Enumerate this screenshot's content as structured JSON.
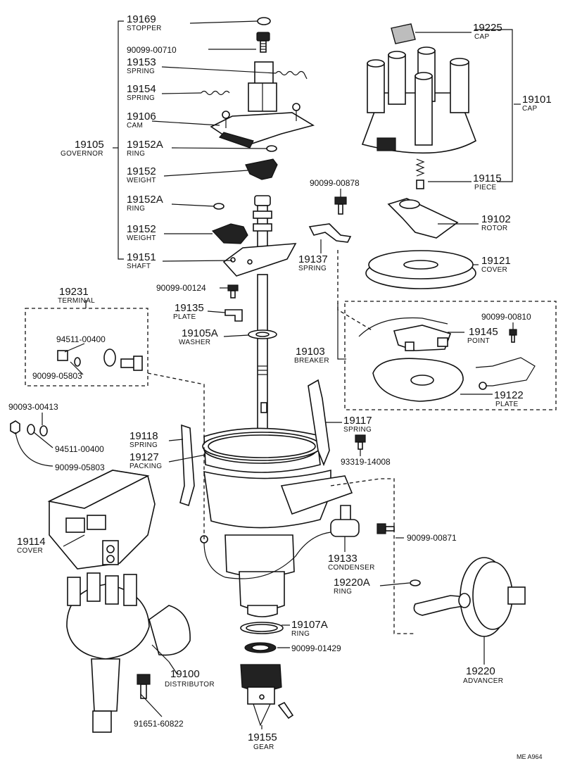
{
  "parts": {
    "stopper": {
      "number": "19169",
      "name": "STOPPER"
    },
    "bolt_00710": {
      "number": "90099-00710"
    },
    "spring_19153": {
      "number": "19153",
      "name": "SPRING"
    },
    "spring_19154": {
      "number": "19154",
      "name": "SPRING"
    },
    "cam": {
      "number": "19106",
      "name": "CAM"
    },
    "governor": {
      "number": "19105",
      "name": "GOVERNOR"
    },
    "ring_upper": {
      "number": "19152A",
      "name": "RING"
    },
    "weight_upper": {
      "number": "19152",
      "name": "WEIGHT"
    },
    "ring_lower": {
      "number": "19152A",
      "name": "RING"
    },
    "weight_lower": {
      "number": "19152",
      "name": "WEIGHT"
    },
    "shaft": {
      "number": "19151",
      "name": "SHAFT"
    },
    "screw_00124": {
      "number": "90099-00124"
    },
    "plate_19135": {
      "number": "19135",
      "name": "PLATE"
    },
    "washer": {
      "number": "19105A",
      "name": "WASHER"
    },
    "terminal": {
      "number": "19231",
      "name": "TERMINAL"
    },
    "nut_94511_a": {
      "number": "94511-00400"
    },
    "washer_05803_a": {
      "number": "90099-05803"
    },
    "washer_00413": {
      "number": "90093-00413"
    },
    "nut_94511_b": {
      "number": "94511-00400"
    },
    "washer_05803_b": {
      "number": "90099-05803"
    },
    "cap_19225": {
      "number": "19225",
      "name": "CAP"
    },
    "cap_19101": {
      "number": "19101",
      "name": "CAP"
    },
    "piece": {
      "number": "19115",
      "name": "PIECE"
    },
    "screw_00878": {
      "number": "90099-00878"
    },
    "rotor": {
      "number": "19102",
      "name": "ROTOR"
    },
    "spring_19137": {
      "number": "19137",
      "name": "SPRING"
    },
    "cover_19121": {
      "number": "19121",
      "name": "COVER"
    },
    "screw_00810": {
      "number": "90099-00810"
    },
    "point": {
      "number": "19145",
      "name": "POINT"
    },
    "breaker": {
      "number": "19103",
      "name": "BREAKER"
    },
    "plate_19122": {
      "number": "19122",
      "name": "PLATE"
    },
    "spring_19117": {
      "number": "19117",
      "name": "SPRING"
    },
    "spring_19118": {
      "number": "19118",
      "name": "SPRING"
    },
    "packing": {
      "number": "19127",
      "name": "PACKING"
    },
    "screw_14008": {
      "number": "93319-14008"
    },
    "cover_19114": {
      "number": "19114",
      "name": "COVER"
    },
    "screw_00871": {
      "number": "90099-00871"
    },
    "condenser": {
      "number": "19133",
      "name": "CONDENSER"
    },
    "ring_19220A": {
      "number": "19220A",
      "name": "RING"
    },
    "ring_19107A": {
      "number": "19107A",
      "name": "RING"
    },
    "washer_01429": {
      "number": "90099-01429"
    },
    "distributor": {
      "number": "19100",
      "name": "DISTRIBUTOR"
    },
    "advancer": {
      "number": "19220",
      "name": "ADVANCER"
    },
    "bolt_60822": {
      "number": "91651-60822"
    },
    "gear": {
      "number": "19155",
      "name": "GEAR"
    }
  },
  "footer": {
    "code": "ME  A964"
  }
}
